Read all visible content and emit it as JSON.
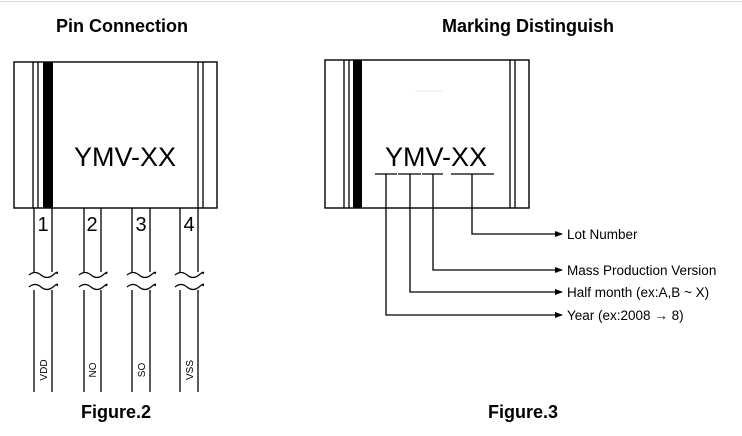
{
  "figure2": {
    "heading": "Pin Connection",
    "marking": "YMV-XX",
    "pins": [
      {
        "number": "1",
        "signal": "VDD"
      },
      {
        "number": "2",
        "signal": "NO"
      },
      {
        "number": "3",
        "signal": "SO"
      },
      {
        "number": "4",
        "signal": "VSS"
      }
    ],
    "caption": "Figure.2"
  },
  "figure3": {
    "heading": "Marking Distinguish",
    "marking": "YMV-XX",
    "annotations": {
      "lot_number": "Lot Number",
      "mass_production_version": "Mass Production Version",
      "half_month": "Half month (ex:A,B ~ X)",
      "year": "Year (ex:2008 → 8)"
    },
    "caption": "Figure.3"
  }
}
